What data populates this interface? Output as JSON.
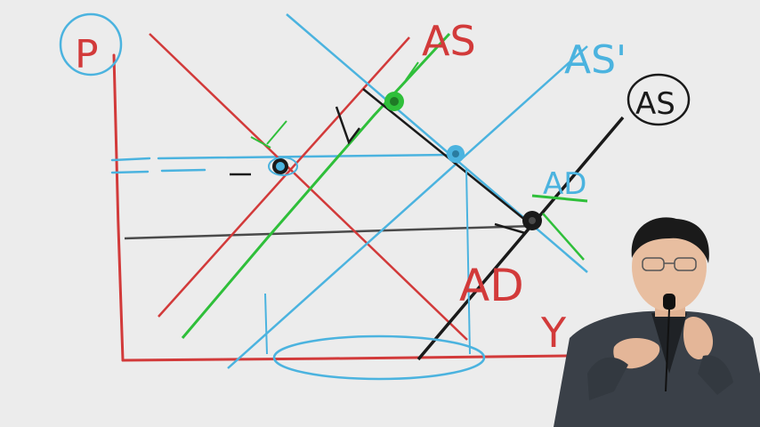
{
  "diagram": {
    "axis_labels": {
      "vertical": "P",
      "horizontal": "Y"
    },
    "curve_labels": {
      "aggregate_supply": "AS",
      "aggregate_supply_shifted": "AS'",
      "aggregate_demand": "AD",
      "circled_label": "AS",
      "shifted_demand_label": "AD"
    },
    "colors": {
      "red": "#d23a3a",
      "blue": "#4bb3df",
      "green": "#2fbf3a",
      "black": "#1a1a1a",
      "gray": "#4a4a4a"
    }
  },
  "presenter": {
    "description_icon": "person-presenter"
  }
}
